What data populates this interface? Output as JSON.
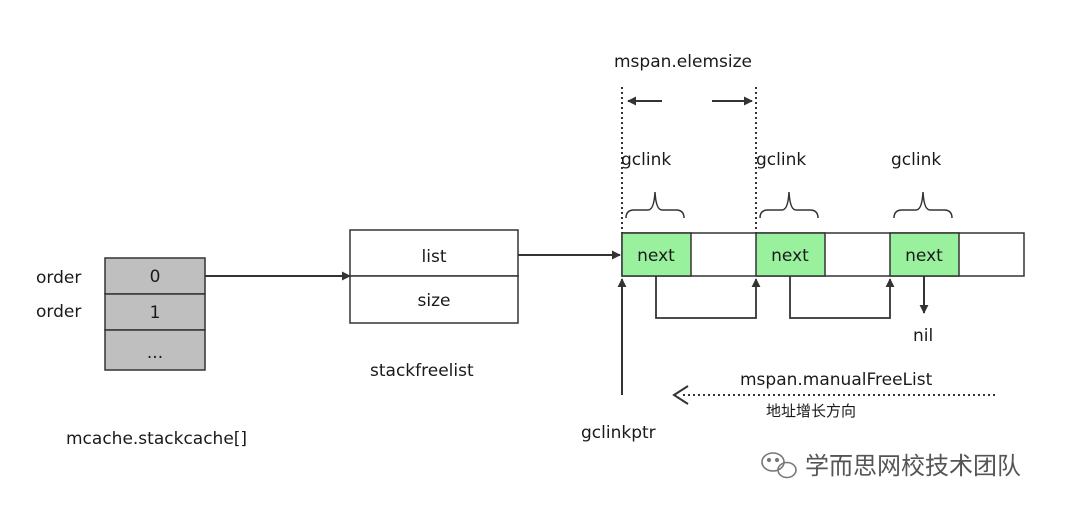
{
  "mcache": {
    "order_label_0": "order",
    "order_label_1": "order",
    "cell_0": "0",
    "cell_1": "1",
    "cell_2": "...",
    "caption": "mcache.stackcache[]"
  },
  "stackfreelist": {
    "field_list": "list",
    "field_size": "size",
    "caption": "stackfreelist"
  },
  "mspan": {
    "elemsize_label": "mspan.elemsize",
    "gclink_labels": [
      "gclink",
      "gclink",
      "gclink"
    ],
    "next_labels": [
      "next",
      "next",
      "next"
    ],
    "nil_label": "nil",
    "gclinkptr_label": "gclinkptr",
    "manual_free_list_label": "mspan.manualFreeList",
    "direction_label": "地址增长方向"
  },
  "watermark": {
    "icon": "wechat-icon",
    "text": "学而思网校技术团队"
  },
  "colors": {
    "gray_cell": "#bfbfbf",
    "next_cell": "#99f19e",
    "stroke": "#333333"
  }
}
